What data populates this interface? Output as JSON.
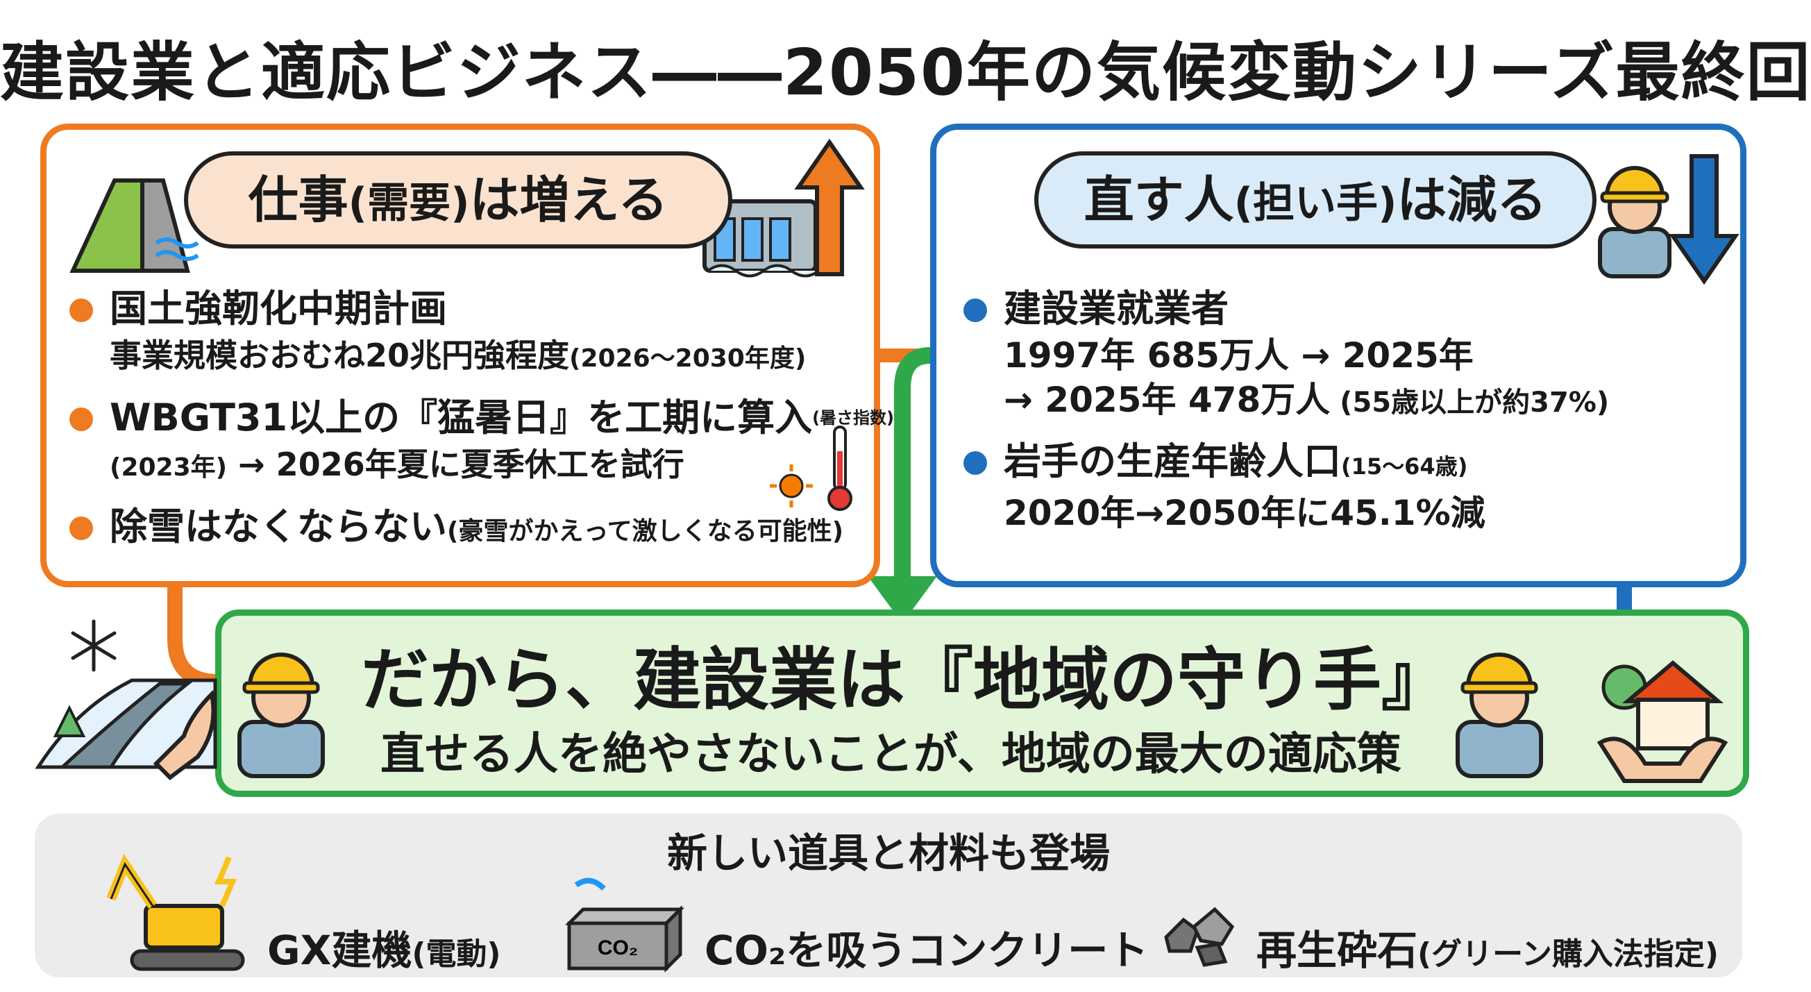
{
  "title": "建設業と適応ビジネス――2050年の気候変動シリーズ最終回",
  "left_panel": {
    "bubble_main": "仕事",
    "bubble_paren": "(需要)",
    "bubble_tail": "は増える",
    "items": [
      {
        "head": "国土強靭化中期計画",
        "sub": "事業規模おおむね20兆円強程度",
        "sub_note": "(2026〜2030年度)"
      },
      {
        "head": "WBGT31以上の『猛暑日』を工期に算入",
        "head_note": "(暑さ指数)",
        "sub_note_pre": "(2023年)",
        "sub": " → 2026年夏に夏季休工を試行"
      },
      {
        "head": "除雪はなくならない",
        "head_note": "(豪雪がかえって激しくなる可能性)"
      }
    ]
  },
  "right_panel": {
    "bubble_main": "直す人",
    "bubble_paren": "(担い手)",
    "bubble_tail": "は減る",
    "items": [
      {
        "head": "建設業就業者",
        "line1": "1997年 685万人 → 2025年",
        "line2": "→ 2025年 478万人",
        "line2_note": " (55歳以上が約37%)"
      },
      {
        "head": "岩手の生産年齢人口",
        "head_note": "(15〜64歳)",
        "line1": "2020年→2050年に45.1%減"
      }
    ]
  },
  "center": {
    "main": "だから、建設業は『地域の守り手』",
    "sub": "直せる人を絶やさないことが、地域の最大の適応策"
  },
  "bottom": {
    "heading": "新しい道具と材料も登場",
    "tools": [
      {
        "label": "GX建機",
        "note": "(電動)"
      },
      {
        "label": "CO₂を吸うコンクリート",
        "box_label": "CO₂"
      },
      {
        "label": "再生砕石",
        "note": "(グリーン購入法指定)"
      }
    ]
  },
  "colors": {
    "orange": "#ee7a22",
    "blue": "#1f6fbe",
    "green": "#2fa84a",
    "green_bg": "#e3f5d9",
    "bottom_bg": "#ececec"
  },
  "icons": [
    "dam-icon",
    "floodgate-icon",
    "up-arrow-icon",
    "worker-icon",
    "down-arrow-icon",
    "sun-icon",
    "thermometer-icon",
    "snowflake-icon",
    "snowy-road-icon",
    "hand-icon",
    "house-icon",
    "excavator-icon",
    "concrete-block-icon",
    "rubble-icon"
  ]
}
